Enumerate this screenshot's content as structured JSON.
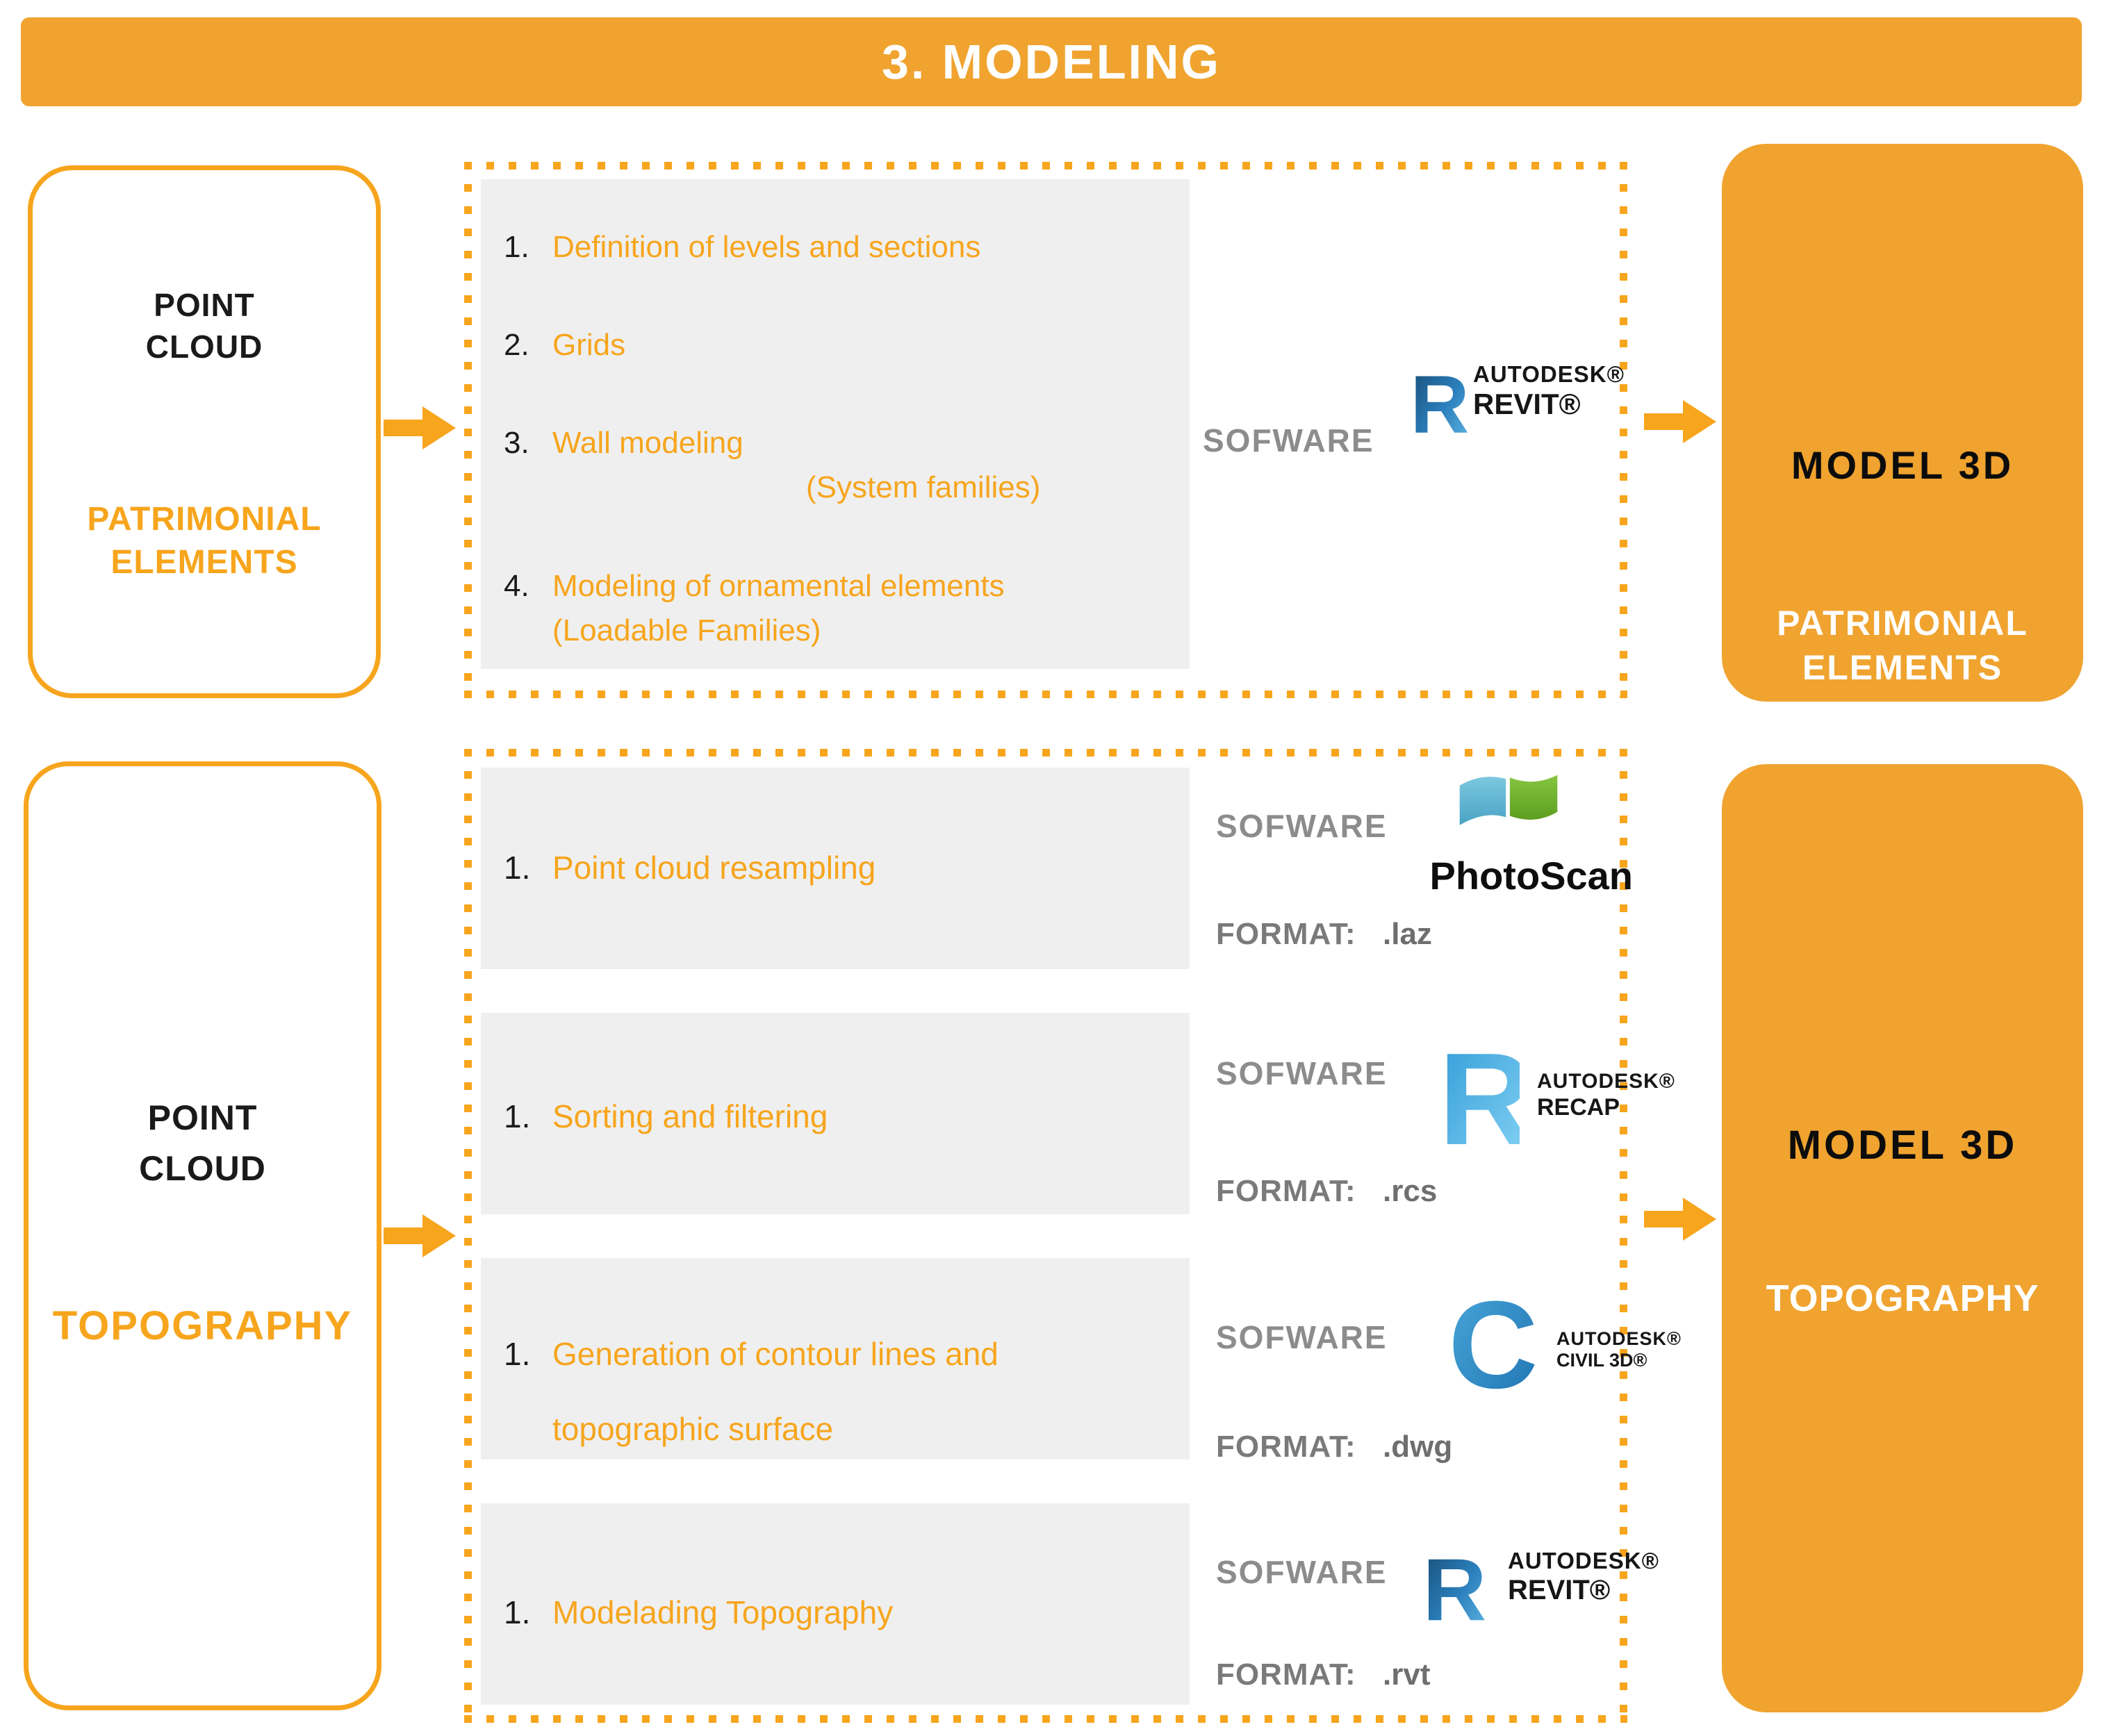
{
  "banner": {
    "title": "3. MODELING"
  },
  "colors": {
    "orange_fill": "#F0A32F",
    "orange_bright": "#F7A51D",
    "panel_gray": "#EFEFEF",
    "software_label_gray": "#8C8C8C",
    "format_gray": "#6E6E6E",
    "text_black": "#1A1A1A",
    "photoscan_blue": "#5FB7D4",
    "photoscan_green": "#76B82C",
    "autodesk_blue": "#2B7FBC"
  },
  "icons": {
    "revit": "revit-r-logo",
    "recap": "recap-r-logo",
    "civil3d": "civil3d-c-logo",
    "photoscan": "photoscan-flag-logo",
    "arrow": "flow-arrow-right"
  },
  "patrimonial": {
    "source": {
      "title": "POINT\nCLOUD",
      "subtitle": "PATRIMONIAL\nELEMENTS"
    },
    "steps": [
      {
        "number": "1.",
        "text": "Definition of levels and sections",
        "sub": ""
      },
      {
        "number": "2.",
        "text": "Grids",
        "sub": ""
      },
      {
        "number": "3.",
        "text": "Wall modeling",
        "sub": "(System families)"
      },
      {
        "number": "4.",
        "text": "Modeling of ornamental elements",
        "sub": "(Loadable Families)"
      }
    ],
    "software": {
      "label": "SOFWARE",
      "brand": "AUTODESK®",
      "product": "REVIT®"
    },
    "result": {
      "title": "MODEL 3D",
      "subtitle": "PATRIMONIAL\nELEMENTS"
    }
  },
  "topography": {
    "source": {
      "title": "POINT\nCLOUD",
      "subtitle": "TOPOGRAPHY"
    },
    "rows": [
      {
        "number": "1.",
        "line1": "Point cloud resampling",
        "line2": "",
        "software_label": "SOFWARE",
        "brand": "",
        "product": "PhotoScan",
        "format_label": "FORMAT:",
        "format_value": ".laz"
      },
      {
        "number": "1.",
        "line1": "Sorting and filtering",
        "line2": "",
        "software_label": "SOFWARE",
        "brand": "AUTODESK®",
        "product": "RECAP",
        "format_label": "FORMAT:",
        "format_value": ".rcs"
      },
      {
        "number": "1.",
        "line1": "Generation of contour lines and",
        "line2": "topographic surface",
        "software_label": "SOFWARE",
        "brand": "AUTODESK®",
        "product": "CIVIL 3D®",
        "format_label": "FORMAT:",
        "format_value": ".dwg"
      },
      {
        "number": "1.",
        "line1": "Modelading Topography",
        "line2": "",
        "software_label": "SOFWARE",
        "brand": "AUTODESK®",
        "product": "REVIT®",
        "format_label": "FORMAT:",
        "format_value": ".rvt"
      }
    ],
    "result": {
      "title": "MODEL 3D",
      "subtitle": "TOPOGRAPHY"
    }
  }
}
